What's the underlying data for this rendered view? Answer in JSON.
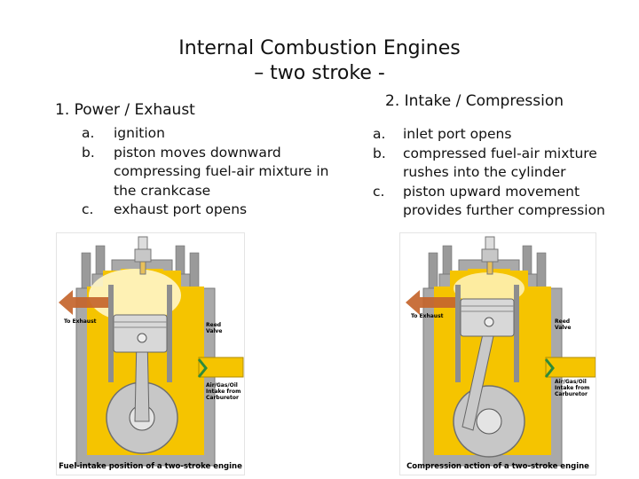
{
  "title": {
    "line1": "Internal Combustion Engines",
    "line2": "– two stroke -"
  },
  "section1": {
    "heading": "1. Power / Exhaust",
    "items": [
      {
        "marker": "a.",
        "lines": [
          "ignition"
        ]
      },
      {
        "marker": "b.",
        "lines": [
          "piston moves downward",
          "compressing fuel-air mixture in",
          "the crankcase"
        ]
      },
      {
        "marker": "c.",
        "lines": [
          "exhaust port opens"
        ]
      }
    ]
  },
  "section2": {
    "heading": "2. Intake / Compression",
    "items": [
      {
        "marker": "a.",
        "lines": [
          "inlet port opens"
        ]
      },
      {
        "marker": "b.",
        "lines": [
          "compressed fuel-air mixture",
          "rushes into the cylinder"
        ]
      },
      {
        "marker": "c.",
        "lines": [
          "piston upward movement",
          "provides further compression"
        ]
      }
    ]
  },
  "figure1": {
    "caption": "Fuel-intake position of a two-stroke engine",
    "to_exhaust": "To Exhaust",
    "reed_valve": "Reed Valve",
    "intake": "Air/Gas/Oil Intake from Carburetor"
  },
  "figure2": {
    "caption": "Compression action of a two-stroke engine",
    "to_exhaust": "To Exhaust",
    "reed_valve": "Reed Valve",
    "intake": "Air/Gas/Oil Intake from Carburetor"
  },
  "colors": {
    "engine_yellow": "#f5c400",
    "casing_gray": "#a9a9a9",
    "exhaust_arrow": "#c4652d",
    "reed_green": "#2e8b3a"
  }
}
